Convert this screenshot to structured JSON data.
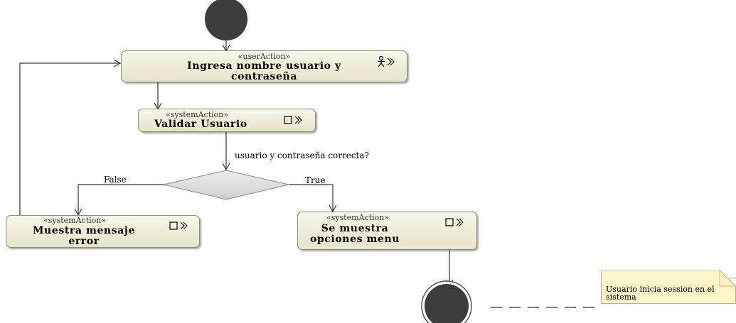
{
  "nodes": {
    "ingresa": {
      "stereotype": "«userAction»",
      "name": "Ingresa nombre usuario y contraseña",
      "icon": "actor-icon"
    },
    "validar": {
      "stereotype": "«systemAction»",
      "name": "Validar Usuario",
      "icon": "system-action-icon"
    },
    "error": {
      "stereotype": "«systemAction»",
      "name": "Muestra mensaje error",
      "icon": "system-action-icon"
    },
    "menu": {
      "stereotype": "«systemAction»",
      "name": "Se muestra opciones menu",
      "icon": "system-action-icon"
    }
  },
  "decision": {
    "question": "usuario y contraseña correcta?"
  },
  "guards": {
    "false_label": "False",
    "true_label": "True"
  },
  "note": {
    "text": "Usuario inicia session en el sistema"
  },
  "colors": {
    "action_fill_top": "#f7f6ea",
    "action_fill_bottom": "#e6e4c8",
    "node_fill": "#3d3d3d",
    "decision_fill": "#d9d9d9",
    "note_fill": "#fbf3c8"
  }
}
